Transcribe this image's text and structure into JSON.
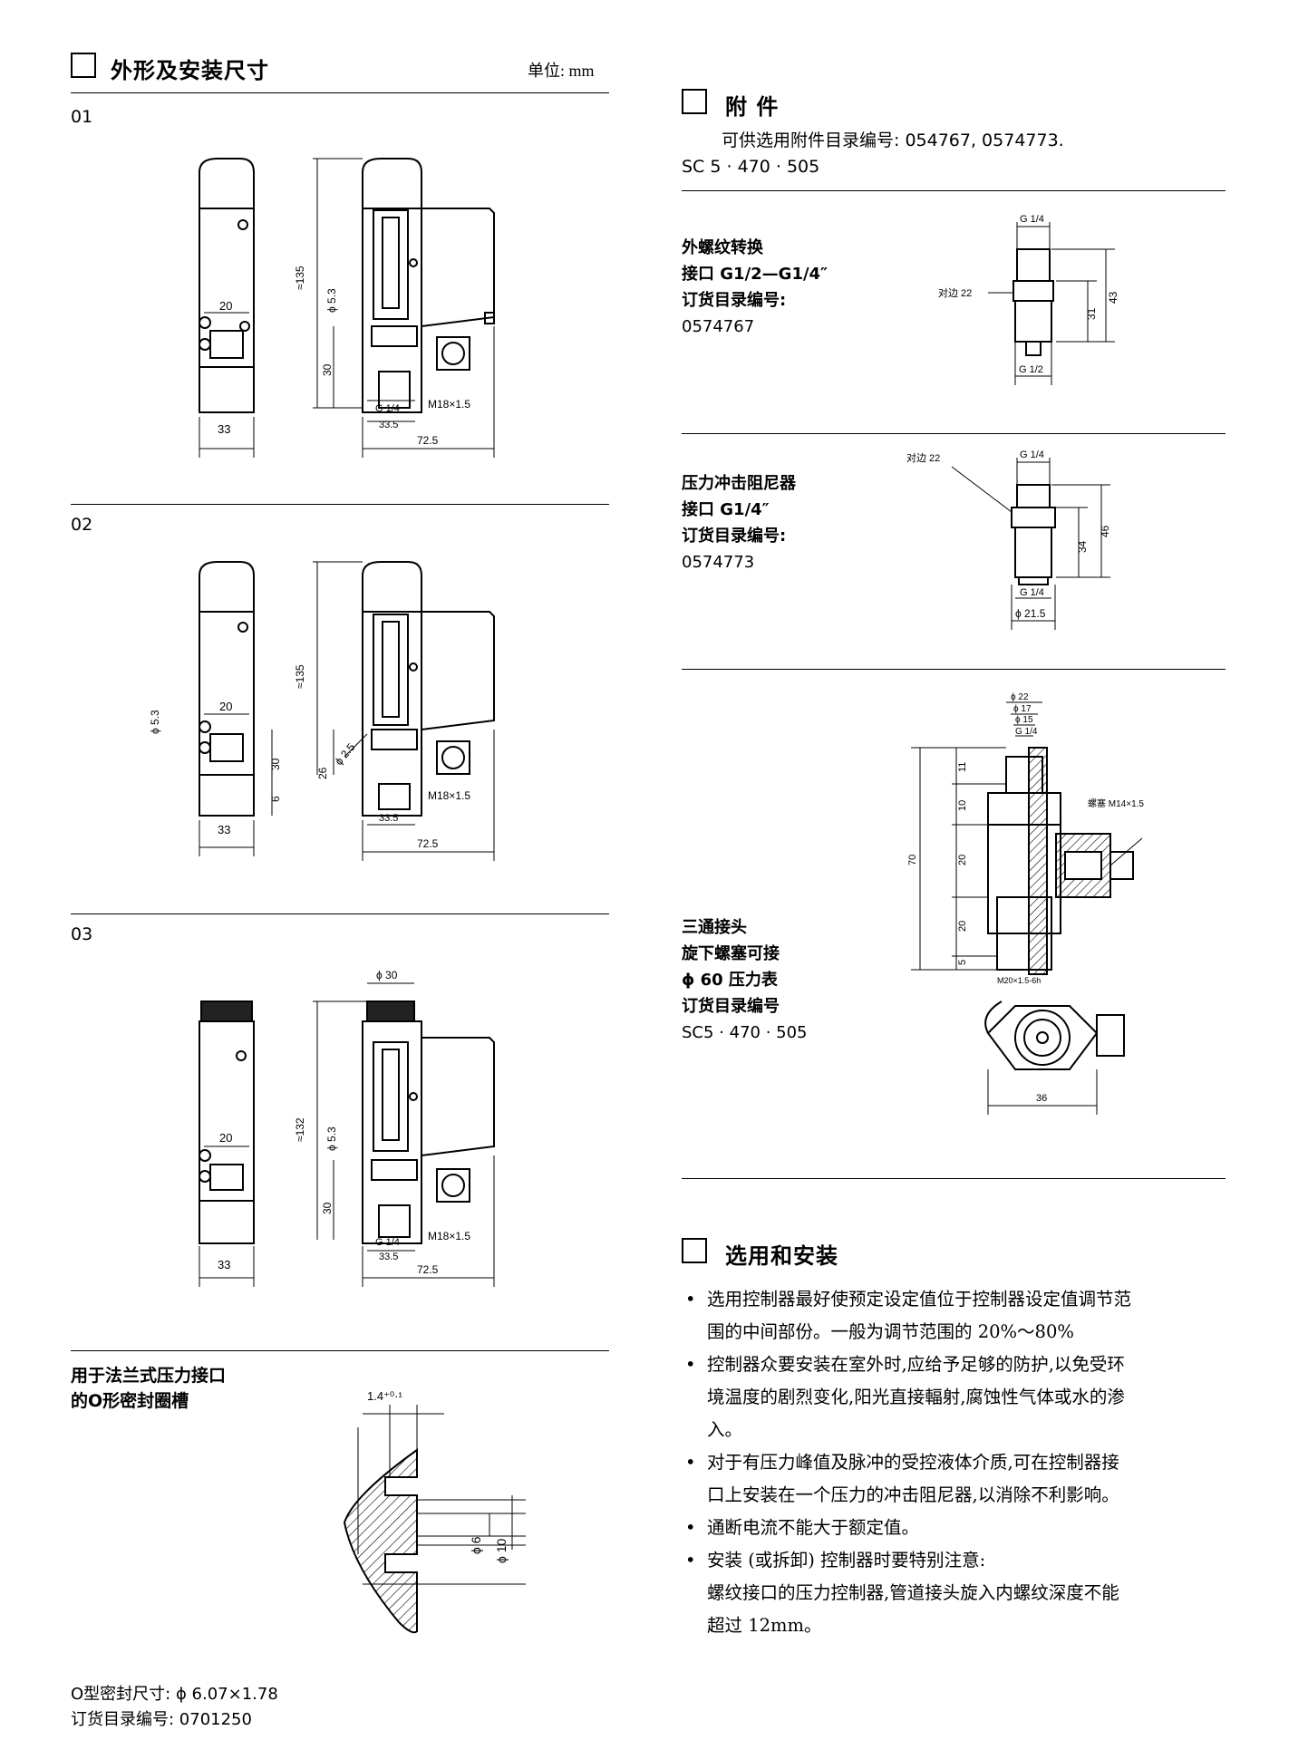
{
  "left": {
    "section_title": "外形及安装尺寸",
    "unit": "单位: mm",
    "fig01": {
      "label": "01",
      "dims": {
        "w33": "33",
        "w20": "20",
        "h135": "≈135",
        "d53": "ϕ 5.3",
        "h30": "30",
        "g14": "G 1/4",
        "w335": "33.5",
        "w725": "72.5",
        "m18": "M18×1.5"
      }
    },
    "fig02": {
      "label": "02",
      "dims": {
        "w33": "33",
        "w20": "20",
        "h135": "≈135",
        "d53": "ϕ 5.3",
        "d25": "ϕ 2.5",
        "h30": "30",
        "h26": "26",
        "h6": "6",
        "w335": "33.5",
        "w725": "72.5",
        "m18": "M18×1.5"
      }
    },
    "fig03": {
      "label": "03",
      "dims": {
        "w33": "33",
        "w20": "20",
        "h132": "≈132",
        "d30": "ϕ 30",
        "d53": "ϕ 5.3",
        "h30": "30",
        "g14": "G 1/4",
        "w335": "33.5",
        "w725": "72.5",
        "m18": "M18×1.5"
      }
    },
    "oring": {
      "title_line1": "用于法兰式压力接口",
      "title_line2": "的O形密封圈槽",
      "dim_top": "1.4⁺⁰·¹",
      "d6": "ϕ 6",
      "d10": "ϕ 10",
      "size_line": "O型密封尺寸: ϕ 6.07×1.78",
      "order_line": "订货目录编号: 0701250"
    }
  },
  "right": {
    "accessories": {
      "title": "附  件",
      "line1": "可供选用附件目录编号: 054767, 0574773.",
      "line2": "SC 5 · 470 · 505"
    },
    "item1": {
      "lines": [
        "外螺纹转换",
        "接口 G1/2—G1/4″",
        "订货目录编号:",
        "0574767"
      ],
      "dims": {
        "g14": "G 1/4",
        "g12": "G 1/2",
        "side": "对边 22",
        "h31": "31",
        "h43": "43"
      }
    },
    "item2": {
      "lines": [
        "压力冲击阻尼器",
        "接口 G1/4″",
        "订货目录编号:",
        "0574773"
      ],
      "dims": {
        "g14": "G 1/4",
        "side": "对边 22",
        "h34": "34",
        "h46": "46",
        "g14b": "G 1/4",
        "d215": "ϕ 21.5"
      }
    },
    "item3": {
      "lines": [
        "三通接头",
        "旋下螺塞可接",
        "ϕ 60 压力表",
        "订货目录编号",
        "SC5 · 470 · 505"
      ],
      "dims": {
        "d22": "ϕ 22",
        "d17": "ϕ 17",
        "d15": "ϕ 15",
        "g14": "G 1/4",
        "plug": "螺塞 M14×1.5",
        "h11": "11",
        "h10": "10",
        "h20a": "20",
        "h20b": "20",
        "h5": "5",
        "h70": "70",
        "m20": "M20×1.5-6h",
        "w36": "36"
      }
    },
    "selection": {
      "title": "选用和安装",
      "bullets": [
        "选用控制器最好使预定设定值位于控制器设定值调节范",
        "围的中间部份。一般为调节范围的 20%～80%",
        "控制器众要安装在室外时,应给予足够的防护,以免受环",
        "境温度的剧烈变化,阳光直接輻射,腐蚀性气体或水的渗",
        "入。",
        "对于有压力峰值及脉冲的受控液体介质,可在控制器接",
        "口上安装在一个压力的冲击阻尼器,以消除不利影响。",
        "通断电流不能大于额定值。",
        "安装 (或拆卸) 控制器时要特别注意:",
        "螺纹接口的压力控制器,管道接头旋入内螺纹深度不能",
        "超过 12mm。"
      ],
      "bullet_char": "•"
    }
  }
}
